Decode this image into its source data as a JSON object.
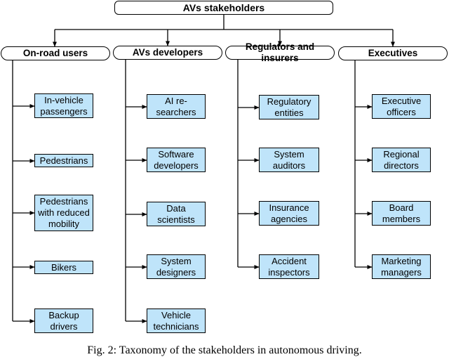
{
  "root": {
    "label": "AVs stakeholders"
  },
  "categories": [
    {
      "label": "On-road users",
      "items": [
        "In-vehicle\npassengers",
        "Pedestrians",
        "Pedestrians\nwith reduced\nmobility",
        "Bikers",
        "Backup\ndrivers"
      ]
    },
    {
      "label": "AVs developers",
      "items": [
        "AI re-\nsearchers",
        "Software\ndevelopers",
        "Data\nscientists",
        "System\ndesigners",
        "Vehicle\ntechnicians"
      ]
    },
    {
      "label": "Regulators and insurers",
      "items": [
        "Regulatory\nentities",
        "System\nauditors",
        "Insurance\nagencies",
        "Accident\ninspectors"
      ]
    },
    {
      "label": "Executives",
      "items": [
        "Executive\nofficers",
        "Regional\ndirectors",
        "Board\nmembers",
        "Marketing\nmanagers"
      ]
    }
  ],
  "caption": "Fig. 2: Taxonomy of the stakeholders in autonomous driving."
}
